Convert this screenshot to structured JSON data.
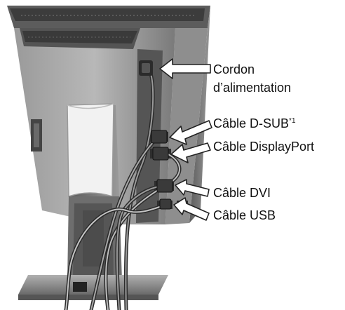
{
  "labels": {
    "power_cord_line1": "Cordon",
    "power_cord_line2": "d’alimentation",
    "dsub_cable": "Câble D-SUB",
    "dsub_note": "*1",
    "displayport_cable": "Câble DisplayPort",
    "dvi_cable": "Câble DVI",
    "usb_cable": "Câble USB"
  },
  "icons": {
    "monitor": "monitor-rear-icon",
    "stand": "monitor-stand-icon",
    "arrow": "callout-arrow-icon"
  },
  "colors": {
    "body_dark": "#4a4a4a",
    "body_mid": "#8c8c8c",
    "body_light": "#c9c9c9",
    "cover_white": "#f2f2f2",
    "arrow_fill": "#ffffff",
    "arrow_stroke": "#222222"
  }
}
